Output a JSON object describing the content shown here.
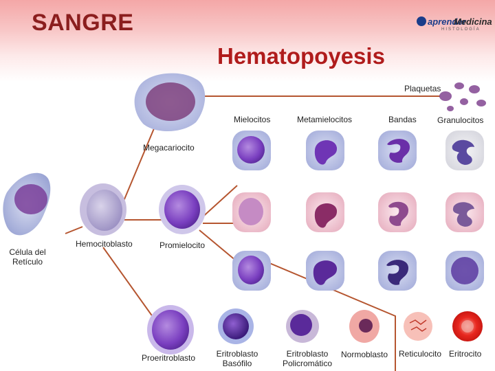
{
  "header": {
    "section_title": "SANGRE",
    "main_title": "Hematopoyesis",
    "logo_name_a": "aprender",
    "logo_name_b": "Medicina",
    "logo_sub": "HISTOLOGÍA"
  },
  "labels": {
    "celula_reticulo": "Célula del Retículo",
    "hemocitoblasto": "Hemocitoblasto",
    "megacariocito": "Megacariocito",
    "plaquetas": "Plaquetas",
    "promielocito": "Promielocito",
    "mielocitos": "Mielocitos",
    "metamielocitos": "Metamielocitos",
    "bandas": "Bandas",
    "granulocitos": "Granulocitos",
    "proeritroblasto": "Proeritroblasto",
    "eritroblasto_basofilo": "Eritroblasto Basófilo",
    "eritroblasto_policromatico": "Eritroblasto Policromático",
    "normoblasto": "Normoblasto",
    "reticulocito": "Reticulocito",
    "eritrocito": "Eritrocito"
  },
  "colors": {
    "accent": "#8b1e1e",
    "title": "#b01c1c",
    "line": "#b5552f"
  }
}
